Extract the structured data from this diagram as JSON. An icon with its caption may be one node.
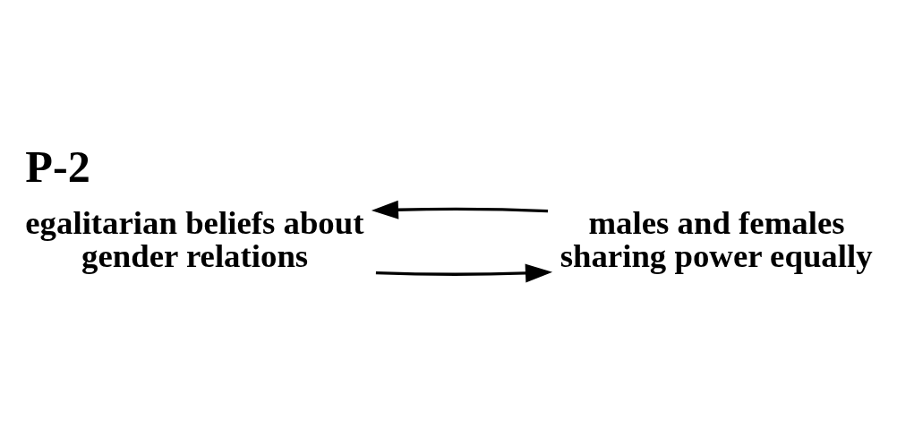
{
  "diagram": {
    "title": "P-2",
    "nodes": [
      {
        "text": [
          "egalitarian beliefs about gender relations"
        ]
      },
      {
        "text": [
          "males and females sharing power equally"
        ]
      }
    ],
    "edges": [
      {
        "from": 0,
        "to": 1,
        "arrow": "to"
      },
      {
        "from": 1,
        "to": 0,
        "arrow": "to"
      }
    ]
  }
}
